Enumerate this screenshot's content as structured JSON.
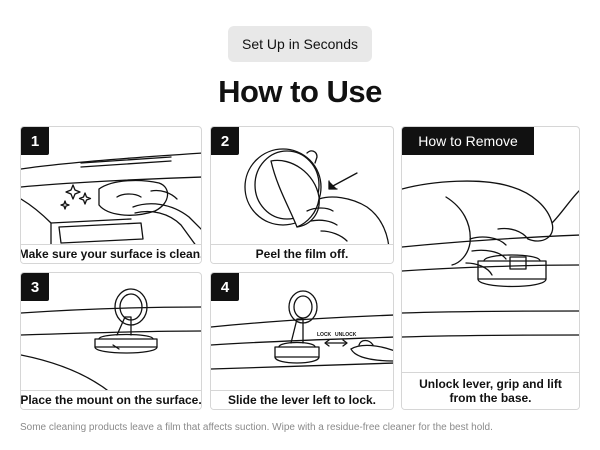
{
  "header": {
    "pill_label": "Set Up in Seconds",
    "title": "How to Use"
  },
  "steps": [
    {
      "number": "1",
      "caption": "Make sure your surface is clean."
    },
    {
      "number": "2",
      "caption": "Peel the film off."
    },
    {
      "number": "3",
      "caption": "Place the mount on the surface."
    },
    {
      "number": "4",
      "caption": "Slide the lever left to lock.",
      "lock_label": "LOCK",
      "unlock_label": "UNLOCK"
    }
  ],
  "remove": {
    "heading": "How to Remove",
    "caption": "Unlock lever, grip and lift from the base."
  },
  "footnote": "Some cleaning products leave a film that affects suction. Wipe with a residue-free cleaner for the best hold."
}
